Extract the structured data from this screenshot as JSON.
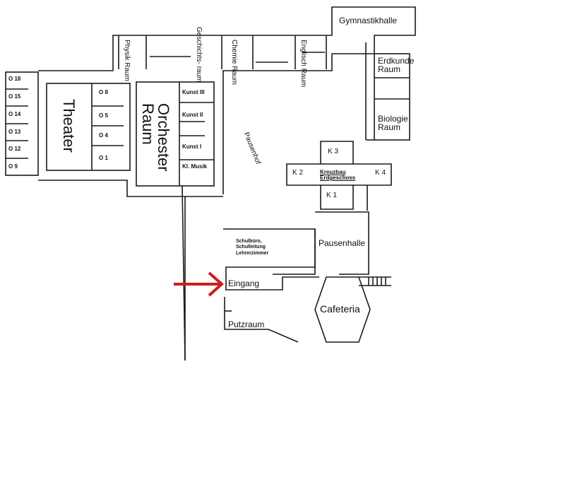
{
  "map": {
    "rooms": {
      "gym": "Gymnastikhalle",
      "physics": "Physik Raum",
      "history": "Geschichts- raum",
      "chemistry": "Chemie Raum",
      "english": "Englisch Raum",
      "geography": "Erdkunde Raum",
      "biology": "Biologie Raum",
      "theater": "Theater",
      "orchestra": "Orchester Raum",
      "kunst3": "Kunst III",
      "kunst2": "Kunst II",
      "kunst1": "Kunst I",
      "klmusik": "Kl. Musik",
      "o18": "O 18",
      "o15": "O 15",
      "o14": "O 14",
      "o13": "O 13",
      "o12": "O 12",
      "o9": "O 9",
      "o8": "O 8",
      "o5": "O 5",
      "o4": "O 4",
      "o1": "O 1",
      "courtyard": "Pausenhof",
      "k3": "K 3",
      "k2": "K 2",
      "kreuzbau": "Kreuzbau Erdgeschoss",
      "k4": "K 4",
      "k1": "K 1",
      "office": "Schulbüro, Schulleitung Lehrerzimmer",
      "hall": "Pausenhalle",
      "entrance": "Eingang",
      "cafeteria": "Cafeteria",
      "cleaning": "Putzraum"
    },
    "arrow_color": "#cc1f1a",
    "line_color": "#1a1a1a"
  }
}
